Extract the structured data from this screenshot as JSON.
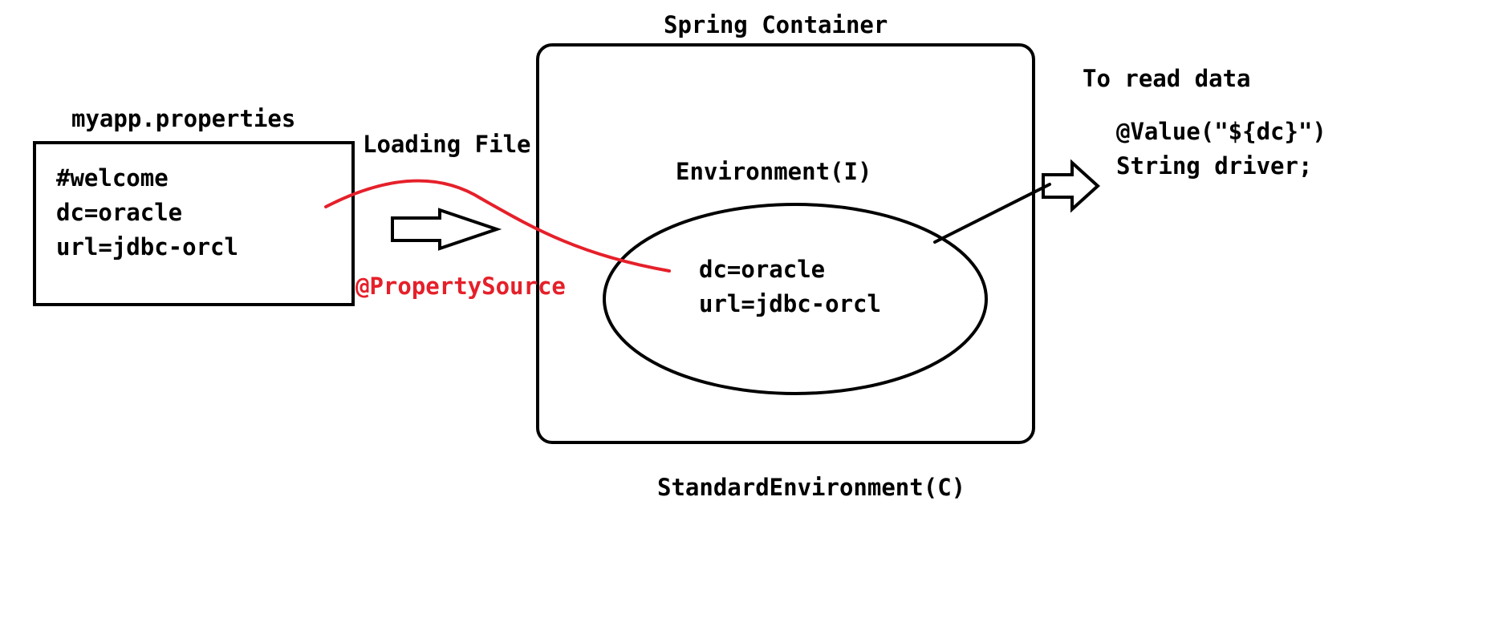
{
  "colors": {
    "ink": "#000000",
    "accent": "#e5202a",
    "background": "#ffffff"
  },
  "properties_file": {
    "title": "myapp.properties",
    "lines": [
      "#welcome",
      "dc=oracle",
      "url=jdbc-orcl"
    ]
  },
  "loading_label": "Loading File",
  "property_source_label": "@PropertySource",
  "container": {
    "title": "Spring Container",
    "environment_label": "Environment(I)",
    "environment_lines": [
      "dc=oracle",
      "url=jdbc-orcl"
    ],
    "implementation_label": "StandardEnvironment(C)"
  },
  "reader": {
    "title": "To read data",
    "code_lines": [
      "@Value(\"${dc}\")",
      "String driver;"
    ]
  }
}
